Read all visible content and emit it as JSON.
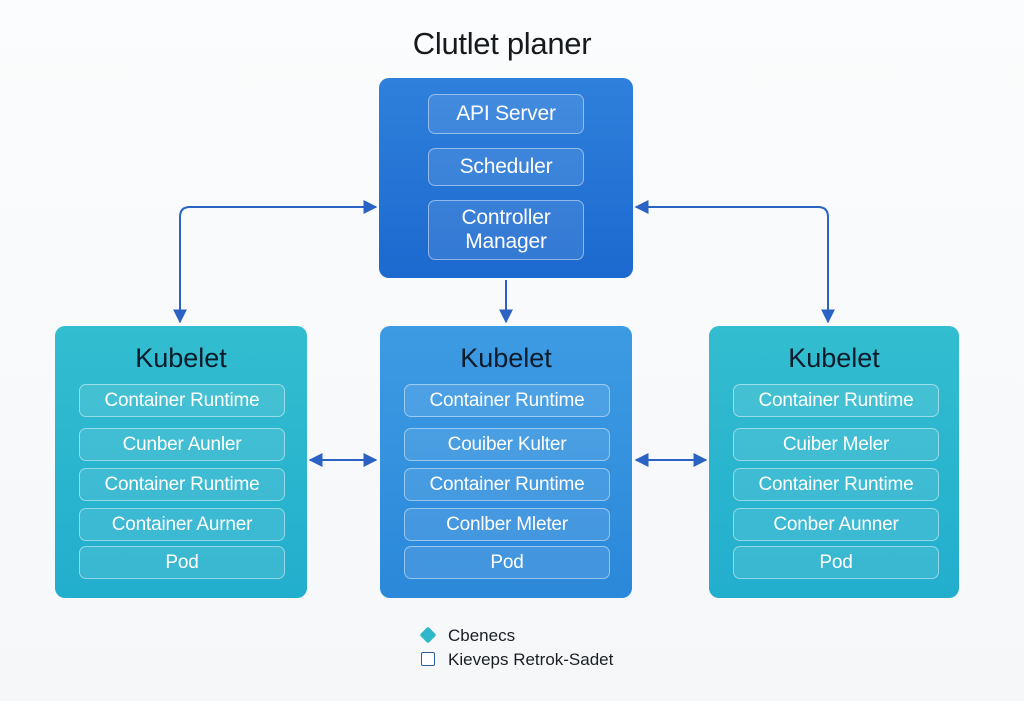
{
  "title": "Clutlet planer",
  "colors": {
    "control_panel": "#1f6fd3",
    "node_teal": "#2ab4cf",
    "node_blue": "#3291de",
    "arrow": "#2b63c4",
    "legend_diamond": "#2eb6c9"
  },
  "control_plane": {
    "components": [
      "API Server",
      "Scheduler",
      "Controller\nManager"
    ]
  },
  "nodes": [
    {
      "title": "Kubelet",
      "items": [
        "Container Runtime",
        "Cunber Aunler",
        "Container Runtime",
        "Container Aurner",
        "Pod"
      ]
    },
    {
      "title": "Kubelet",
      "items": [
        "Container Runtime",
        "Couiber Kulter",
        "Container Runtime",
        "Conlber Mleter",
        "Pod"
      ]
    },
    {
      "title": "Kubelet",
      "items": [
        "Container Runtime",
        "Cuiber Meler",
        "Container Runtime",
        "Conber Aunner",
        "Pod"
      ]
    }
  ],
  "legend": [
    {
      "marker": "diamond-icon",
      "label": "Cbenecs"
    },
    {
      "marker": "square-icon",
      "label": "Kieveps Retrok-Sadet"
    }
  ]
}
